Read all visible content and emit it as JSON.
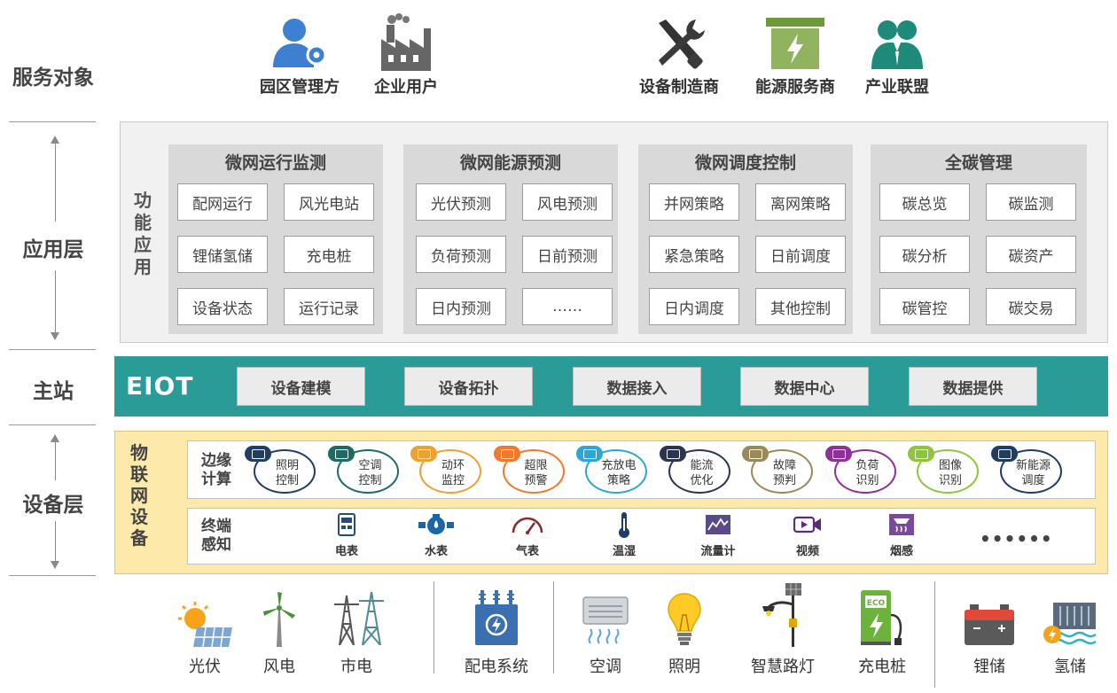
{
  "rows": {
    "service": "服务对象",
    "application": "应用层",
    "main": "主站",
    "device": "设备层"
  },
  "services": [
    {
      "label": "园区管理方",
      "icon": "park-manager-icon"
    },
    {
      "label": "企业用户",
      "icon": "factory-icon"
    },
    {
      "label": "设备制造商",
      "icon": "tools-icon"
    },
    {
      "label": "能源服务商",
      "icon": "energy-box-icon"
    },
    {
      "label": "产业联盟",
      "icon": "alliance-icon"
    }
  ],
  "app": {
    "title_chars": [
      "功",
      "能",
      "应",
      "用"
    ],
    "groups": [
      {
        "title": "微网运行监测",
        "cells": [
          "配网运行",
          "风光电站",
          "锂储氢储",
          "充电桩",
          "设备状态",
          "运行记录"
        ]
      },
      {
        "title": "微网能源预测",
        "cells": [
          "光伏预测",
          "风电预测",
          "负荷预测",
          "日前预测",
          "日内预测",
          "……"
        ]
      },
      {
        "title": "微网调度控制",
        "cells": [
          "并网策略",
          "离网策略",
          "紧急策略",
          "日前调度",
          "日内调度",
          "其他控制"
        ]
      },
      {
        "title": "全碳管理",
        "cells": [
          "碳总览",
          "碳监测",
          "碳分析",
          "碳资产",
          "碳管控",
          "碳交易"
        ]
      }
    ]
  },
  "main": {
    "brand": "EIOT",
    "buttons": [
      "设备建模",
      "设备拓扑",
      "数据接入",
      "数据中心",
      "数据提供"
    ]
  },
  "device": {
    "title_chars": [
      "物",
      "联",
      "网",
      "设",
      "备"
    ],
    "edge_label": [
      "边缘",
      "计算"
    ],
    "edge_items": [
      {
        "line1": "照明",
        "line2": "控制",
        "color": "#1f3d66"
      },
      {
        "line1": "空调",
        "line2": "控制",
        "color": "#1e6b64"
      },
      {
        "line1": "动环",
        "line2": "监控",
        "color": "#f0a030"
      },
      {
        "line1": "超限",
        "line2": "预警",
        "color": "#f07a2a"
      },
      {
        "line1": "充放电",
        "line2": "策略",
        "color": "#2aa7d6"
      },
      {
        "line1": "能流",
        "line2": "优化",
        "color": "#2b3553"
      },
      {
        "line1": "故障",
        "line2": "预判",
        "color": "#9a8a5a"
      },
      {
        "line1": "负荷",
        "line2": "识别",
        "color": "#8e2f9a"
      },
      {
        "line1": "图像",
        "line2": "识别",
        "color": "#8cc63f"
      },
      {
        "line1": "新能源",
        "line2": "调度",
        "color": "#1f3d66"
      }
    ],
    "terminal_label": [
      "终端",
      "感知"
    ],
    "terminal_items": [
      {
        "label": "电表",
        "icon": "electric-meter-icon"
      },
      {
        "label": "水表",
        "icon": "water-meter-icon"
      },
      {
        "label": "气表",
        "icon": "gas-meter-icon"
      },
      {
        "label": "温湿",
        "icon": "thermometer-icon"
      },
      {
        "label": "流量计",
        "icon": "flowmeter-icon"
      },
      {
        "label": "视频",
        "icon": "camera-icon"
      },
      {
        "label": "烟感",
        "icon": "smoke-detector-icon"
      }
    ],
    "more": "••••••"
  },
  "bottom": [
    {
      "label": "光伏",
      "icon": "solar-panel-icon"
    },
    {
      "label": "风电",
      "icon": "wind-turbine-icon"
    },
    {
      "label": "市电",
      "icon": "power-tower-icon"
    },
    {
      "label": "配电系统",
      "icon": "distribution-icon"
    },
    {
      "label": "空调",
      "icon": "air-conditioner-icon"
    },
    {
      "label": "照明",
      "icon": "light-bulb-icon"
    },
    {
      "label": "智慧路灯",
      "icon": "smart-streetlight-icon"
    },
    {
      "label": "充电桩",
      "icon": "charging-pile-icon"
    },
    {
      "label": "锂储",
      "icon": "lithium-battery-icon"
    },
    {
      "label": "氢储",
      "icon": "hydrogen-storage-icon"
    }
  ]
}
